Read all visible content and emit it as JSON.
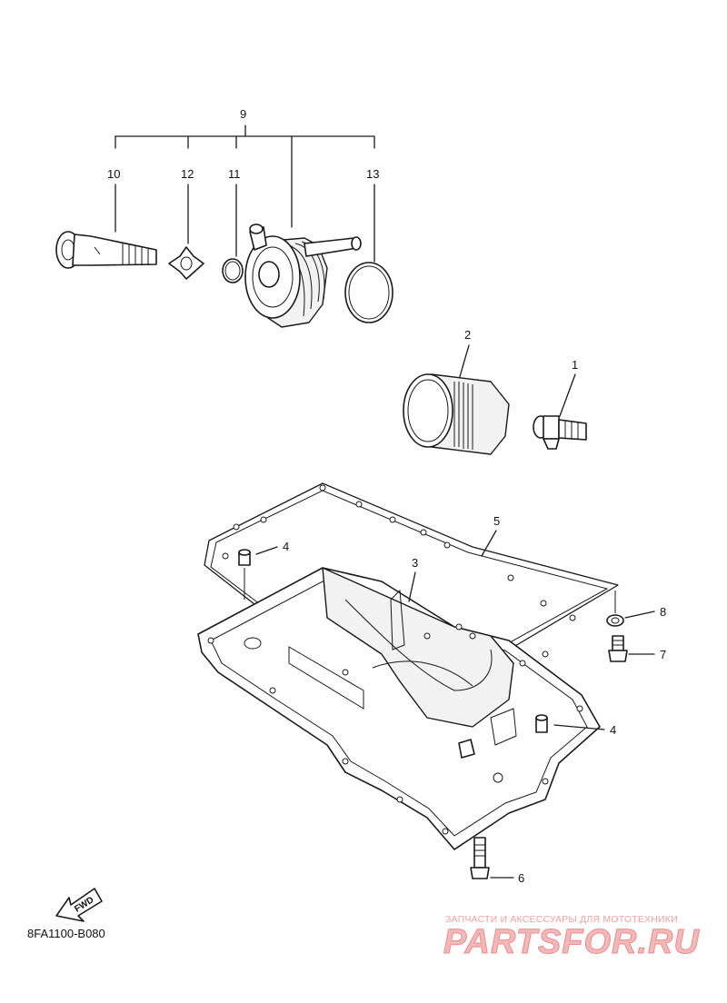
{
  "diagram_code": "8FA1100-B080",
  "fwd_label": "FWD",
  "watermark": {
    "tagline": "ЗАПЧАСТИ И АКСЕССУАРЫ ДЛЯ МОТОТЕХНИКИ",
    "logo": "PARTSFOR.RU"
  },
  "callouts": {
    "c1": "1",
    "c2": "2",
    "c3": "3",
    "c4a": "4",
    "c4b": "4",
    "c5": "5",
    "c6": "6",
    "c7": "7",
    "c8": "8",
    "c9": "9",
    "c10": "10",
    "c11": "11",
    "c12": "12",
    "c13": "13"
  }
}
